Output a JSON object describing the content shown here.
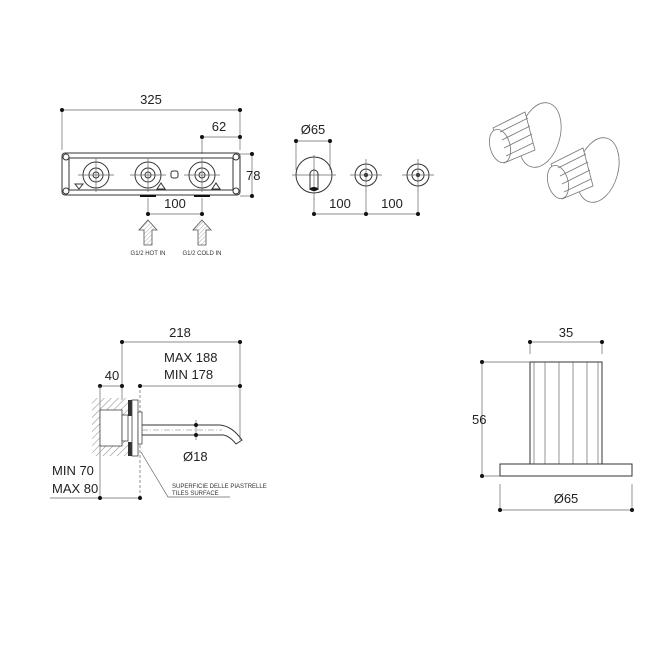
{
  "front_view": {
    "width": "325",
    "offset": "62",
    "height": "78",
    "inlet_spacing": "100",
    "hot_inlet": "G1/2 HOT IN",
    "cold_inlet": "G1/2 COLD IN"
  },
  "plate_view": {
    "spout_diameter": "Ø65",
    "spacing_1": "100",
    "spacing_2": "100"
  },
  "side_view": {
    "total_length": "218",
    "spout_max": "MAX 188",
    "spout_min": "MIN 178",
    "body_depth": "40",
    "pipe_diameter": "Ø18",
    "wall_min": "MIN 70",
    "wall_max": "MAX 80",
    "tiles_label_it": "SUPERFICIE DELLE PIASTRELLE",
    "tiles_label_en": "TILES SURFACE"
  },
  "handle_view": {
    "stem_diameter": "35",
    "height": "56",
    "base_diameter": "Ø65"
  }
}
